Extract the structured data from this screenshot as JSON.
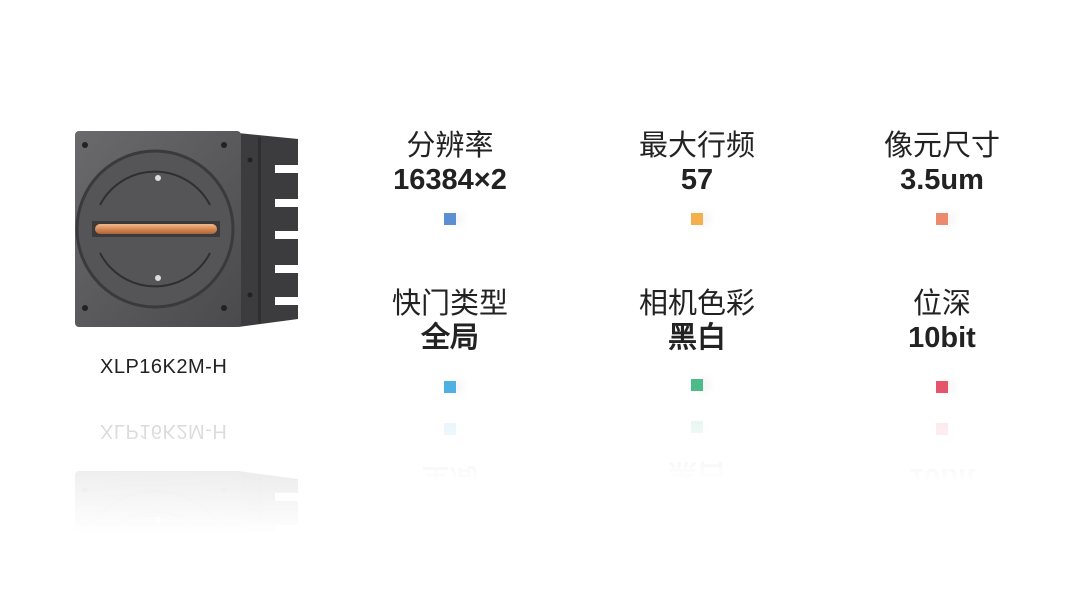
{
  "product": {
    "model": "XLP16K2M-H",
    "image": "line-scan-camera"
  },
  "specs": [
    {
      "label": "分辨率",
      "value": "16384×2",
      "color": "#5b8fd0"
    },
    {
      "label": "最大行频",
      "value": "57",
      "color": "#f5b04e"
    },
    {
      "label": "像元尺寸",
      "value": "3.5um",
      "color": "#ec8a6e"
    },
    {
      "label": "快门类型",
      "value": "全局",
      "color": "#4fb0e4"
    },
    {
      "label": "相机色彩",
      "value": "黑白",
      "color": "#4dba8a"
    },
    {
      "label": "位深",
      "value": "10bit",
      "color": "#e5546a"
    }
  ]
}
